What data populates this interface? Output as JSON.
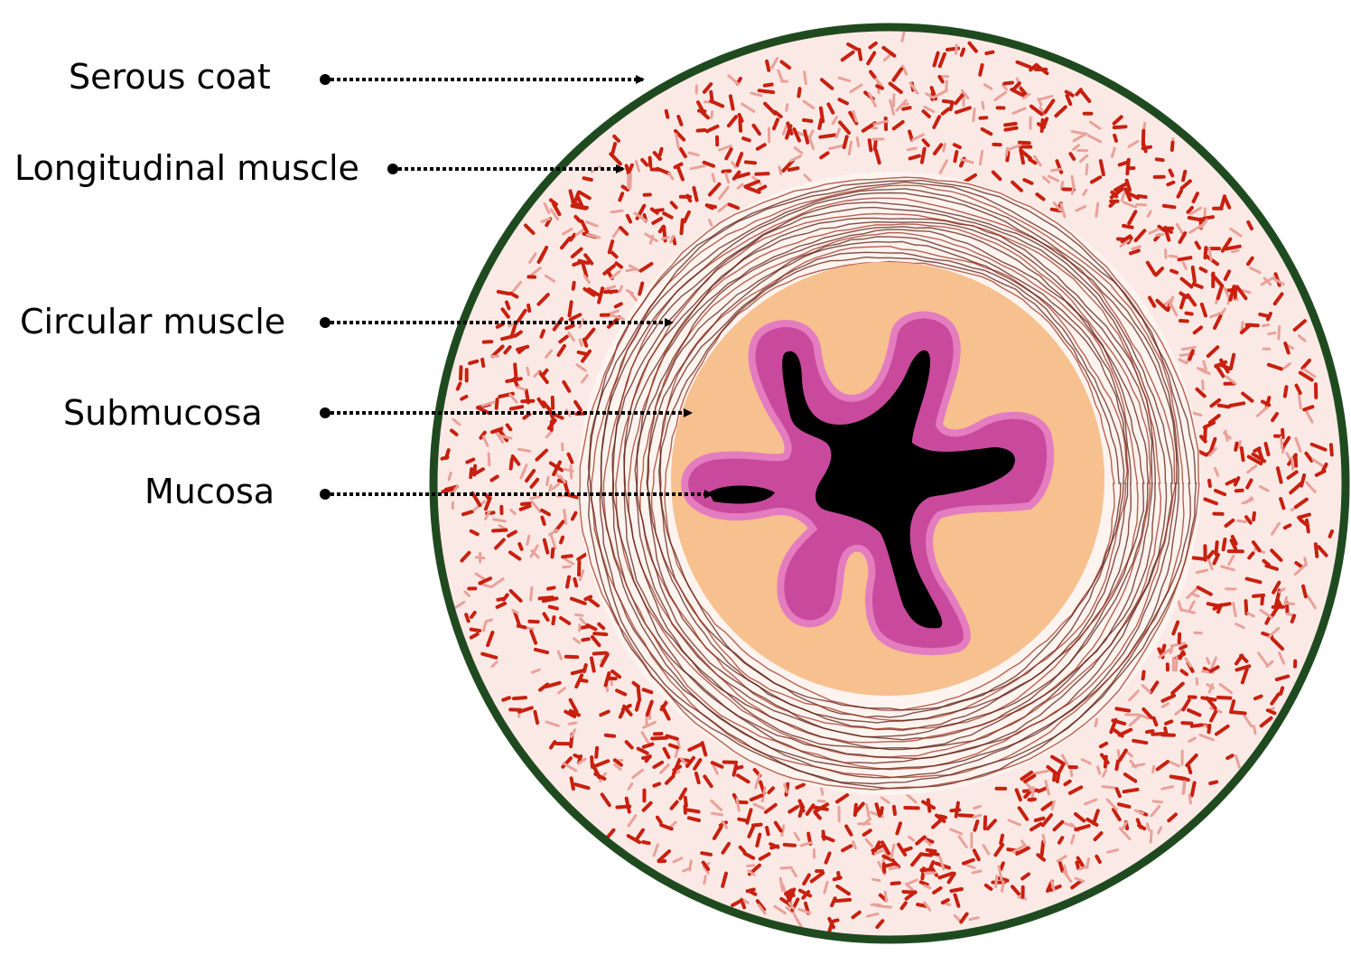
{
  "diagram": {
    "labels": [
      {
        "id": "serous",
        "text": "Serous coat"
      },
      {
        "id": "longitudinal",
        "text": "Longitudinal muscle"
      },
      {
        "id": "circular",
        "text": "Circular muscle"
      },
      {
        "id": "submucosa",
        "text": "Submucosa"
      },
      {
        "id": "mucosa",
        "text": "Mucosa"
      }
    ],
    "colors": {
      "serosa_outline": "#1f4a1f",
      "longitudinal_bg": "#fbe9e6",
      "longitudinal_marks": "#c8200f",
      "circular_bg": "#fdf3ef",
      "circular_lines": "#5a1a0f",
      "submucosa_fill": "#f7c08f",
      "mucosa_fill": "#c94a9c",
      "mucosa_edge": "#e47cc0",
      "lumen": "#000000",
      "pointer": "#000000"
    }
  }
}
